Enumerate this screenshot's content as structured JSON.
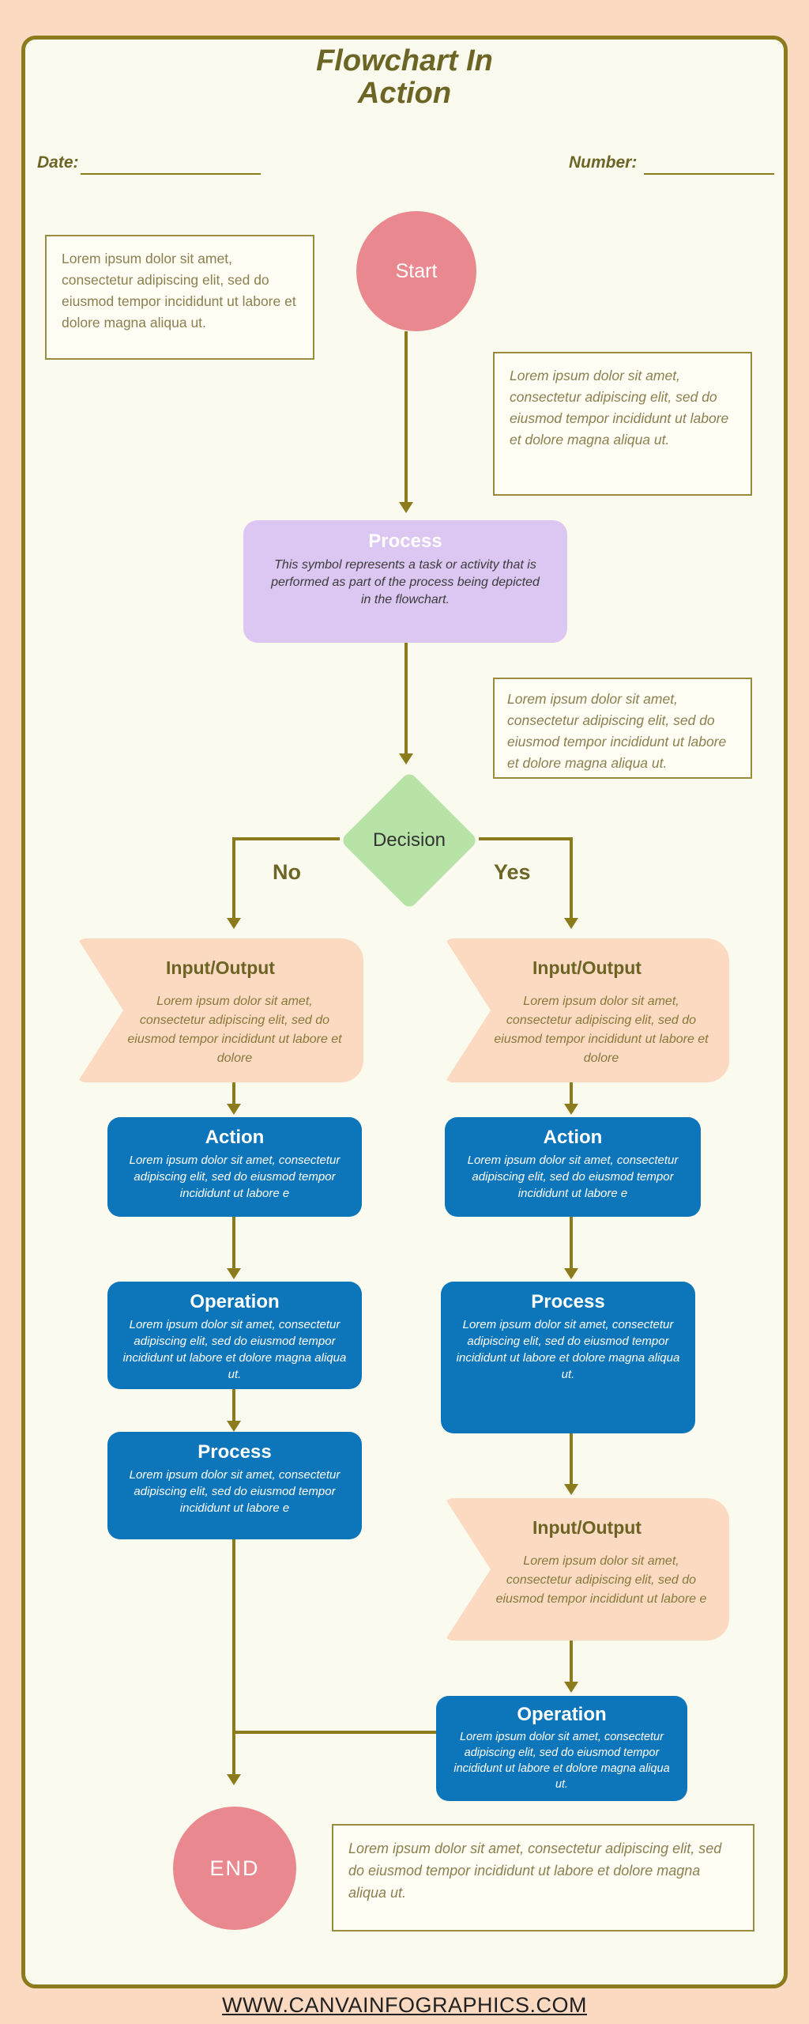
{
  "header": {
    "title_line1": "Flowchart In",
    "title_line2": "Action",
    "date_label": "Date:",
    "number_label": "Number:"
  },
  "notes": {
    "top_left": "Lorem ipsum dolor sit amet, consectetur adipiscing elit, sed do eiusmod tempor incididunt ut labore et dolore magna aliqua ut.",
    "start_right": "Lorem ipsum dolor sit amet, consectetur adipiscing elit, sed do eiusmod tempor incididunt ut labore et dolore magna aliqua ut.",
    "process_right": "Lorem ipsum dolor sit amet, consectetur adipiscing elit, sed do eiusmod tempor incididunt ut labore et dolore magna aliqua ut.",
    "bottom": "Lorem ipsum dolor sit amet, consectetur adipiscing elit, sed do eiusmod tempor incididunt ut labore et dolore magna aliqua ut."
  },
  "flow": {
    "start": {
      "label": "Start"
    },
    "process_main": {
      "title": "Process",
      "body": "This symbol represents a task or activity that is performed as part of the process being depicted in the flowchart."
    },
    "decision": {
      "label": "Decision",
      "branch_no": "No",
      "branch_yes": "Yes"
    },
    "io_no": {
      "title": "Input/Output",
      "body": "Lorem ipsum dolor sit amet, consectetur adipiscing elit, sed do eiusmod tempor incididunt ut labore et dolore"
    },
    "action_no": {
      "title": "Action",
      "body": "Lorem ipsum dolor sit amet, consectetur adipiscing elit, sed do eiusmod tempor incididunt ut labore e"
    },
    "operation_no": {
      "title": "Operation",
      "body": "Lorem ipsum dolor sit amet, consectetur adipiscing elit, sed do eiusmod tempor incididunt ut labore et dolore magna aliqua ut."
    },
    "process_no": {
      "title": "Process",
      "body": "Lorem ipsum dolor sit amet, consectetur adipiscing elit, sed do eiusmod tempor incididunt ut labore e"
    },
    "io_yes": {
      "title": "Input/Output",
      "body": "Lorem ipsum dolor sit amet, consectetur adipiscing elit, sed do eiusmod tempor incididunt ut labore et dolore"
    },
    "action_yes": {
      "title": "Action",
      "body": "Lorem ipsum dolor sit amet, consectetur adipiscing elit, sed do eiusmod tempor incididunt ut labore e"
    },
    "process_yes": {
      "title": "Process",
      "body": "Lorem ipsum dolor sit amet, consectetur adipiscing elit, sed do eiusmod tempor incididunt ut labore et dolore magna aliqua ut."
    },
    "io_yes_2": {
      "title": "Input/Output",
      "body": "Lorem ipsum dolor sit amet, consectetur adipiscing elit, sed do eiusmod tempor incididunt ut labore e"
    },
    "operation_yes": {
      "title": "Operation",
      "body": "Lorem ipsum dolor sit amet, consectetur adipiscing elit, sed do eiusmod tempor incididunt ut labore et dolore magna aliqua ut."
    },
    "end": {
      "label": "END"
    }
  },
  "footer": {
    "url": "WWW.CANVAINFOGRAPHICS.COM"
  },
  "colors": {
    "page_background": "#fcd9c1",
    "card_background": "#fbfaee",
    "olive_line": "#8b7b1d",
    "olive_text": "#6d6525",
    "note_text": "#8a7f4e",
    "pink_terminal": "#e9898f",
    "purple_process": "#dcc6f2",
    "green_decision": "#b7e3a6",
    "blue_step": "#0d76bb",
    "peach_io": "#fcd9c1"
  }
}
